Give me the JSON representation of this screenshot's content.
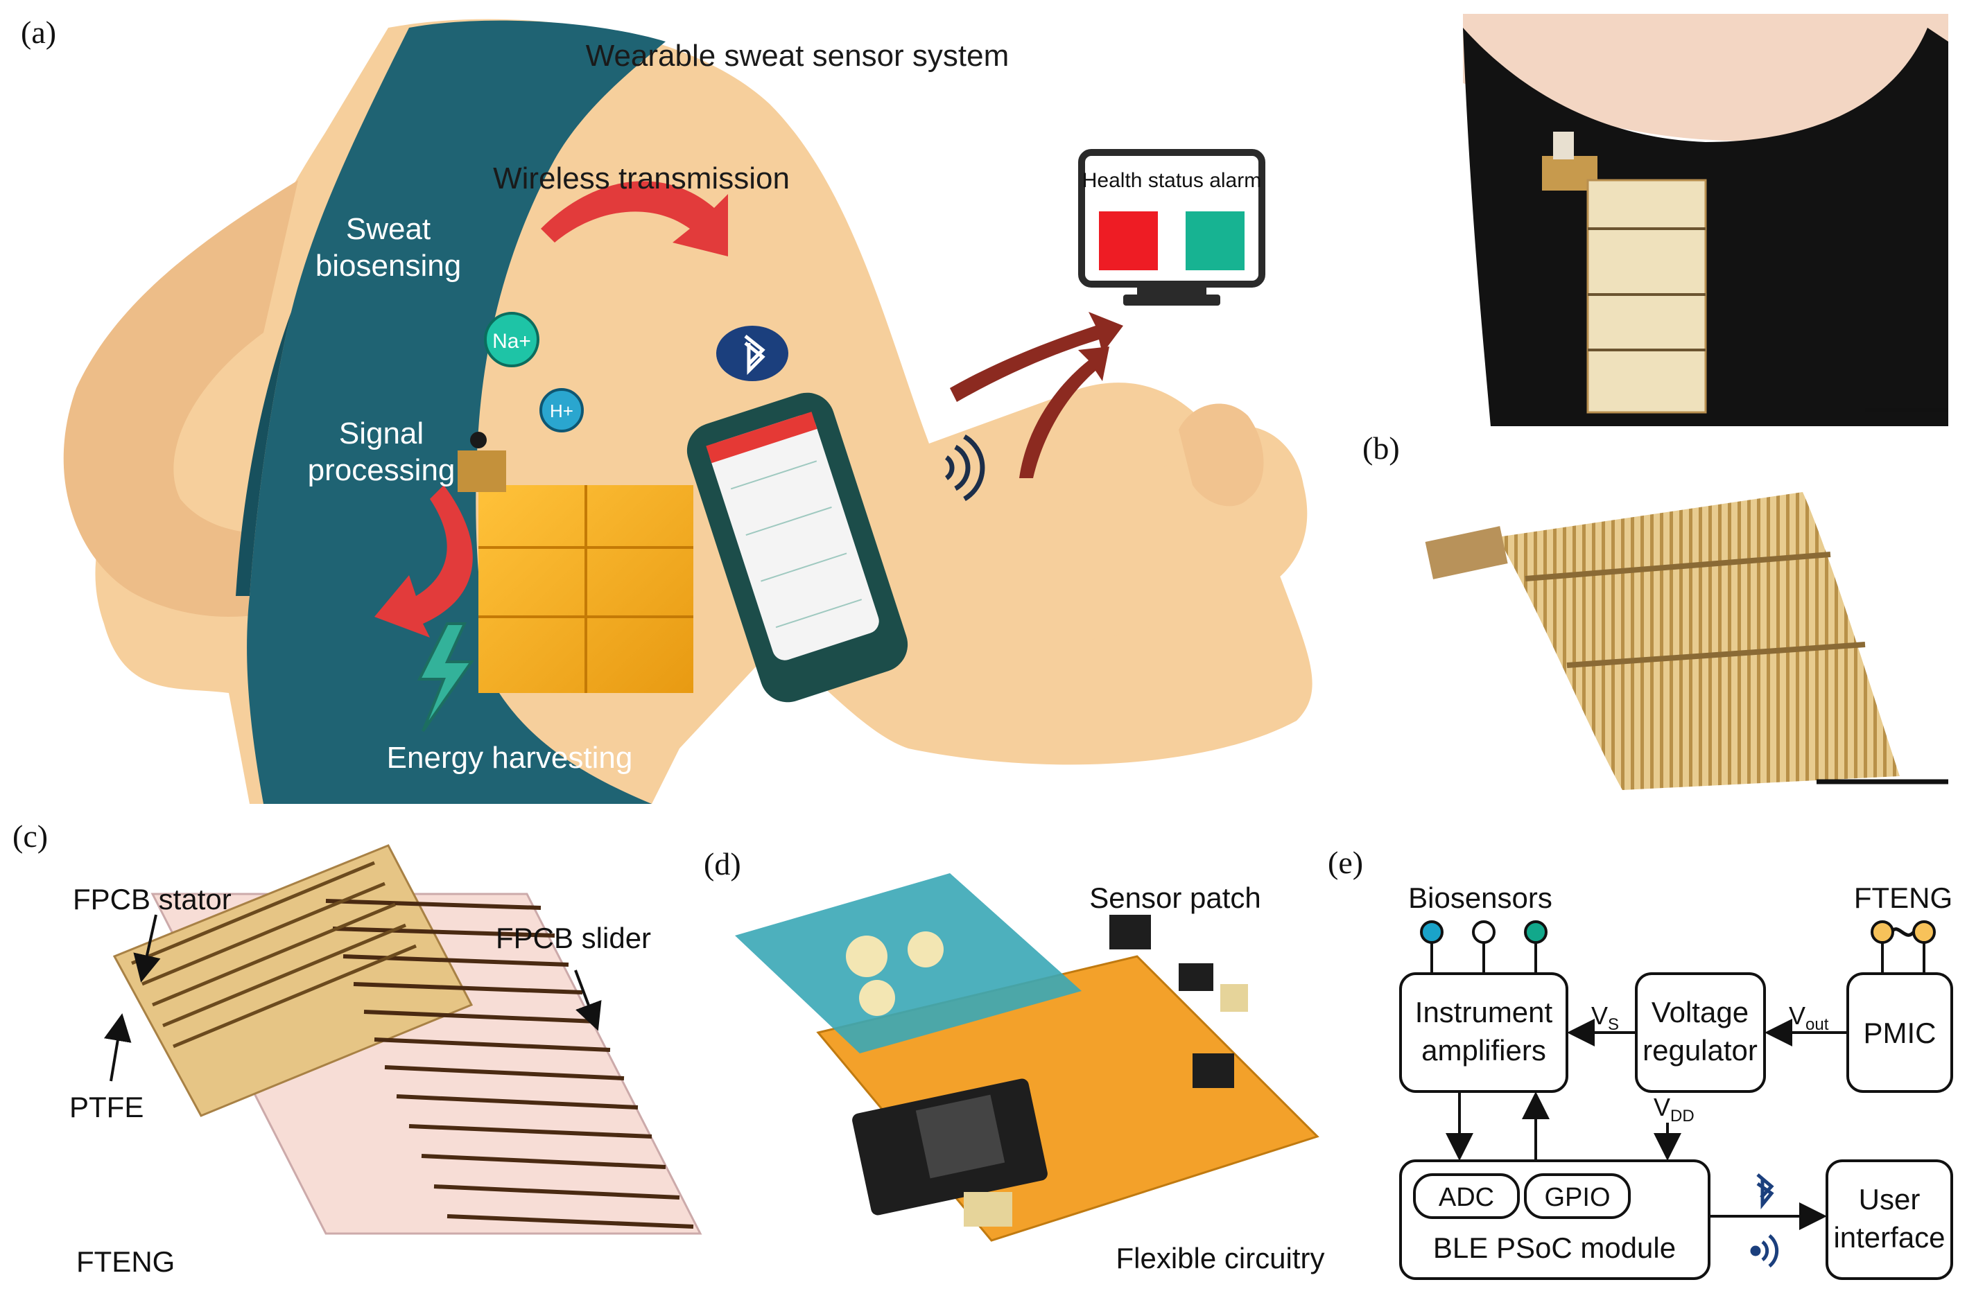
{
  "panels": {
    "a": "(a)",
    "b": "(b)",
    "c": "(c)",
    "d": "(d)",
    "e": "(e)"
  },
  "panel_a": {
    "title": "Wearable sweat sensor system",
    "wireless": "Wireless transmission",
    "sweat_line1": "Sweat",
    "sweat_line2": "biosensing",
    "signal_line1": "Signal",
    "signal_line2": "processing",
    "energy": "Energy harvesting",
    "monitor_title": "Health status alarm",
    "ion_na": "Na+",
    "ion_h": "H+",
    "alarm_red": "#ee1c24",
    "alarm_green": "#17b392",
    "shirt_color": "#1f6373",
    "skin_color": "#f6cf9c"
  },
  "panel_c": {
    "stator": "FPCB stator",
    "slider": "FPCB slider",
    "ptfe": "PTFE",
    "fteng": "FTENG"
  },
  "panel_d": {
    "sensor_patch": "Sensor patch",
    "flexible_circuitry": "Flexible circuitry"
  },
  "panel_e": {
    "biosensors": "Biosensors",
    "fteng": "FTENG",
    "amp_line1": "Instrument",
    "amp_line2": "amplifiers",
    "reg_line1": "Voltage",
    "reg_line2": "regulator",
    "pmic": "PMIC",
    "vs": "V",
    "vs_sub": "S",
    "vout": "V",
    "vout_sub": "out",
    "vdd": "V",
    "vdd_sub": "DD",
    "adc": "ADC",
    "gpio": "GPIO",
    "ble": "BLE PSoC module",
    "ui_line1": "User",
    "ui_line2": "interface",
    "sensor_colors": [
      "#1aa3c9",
      "#ffffff",
      "#12a88b"
    ]
  }
}
